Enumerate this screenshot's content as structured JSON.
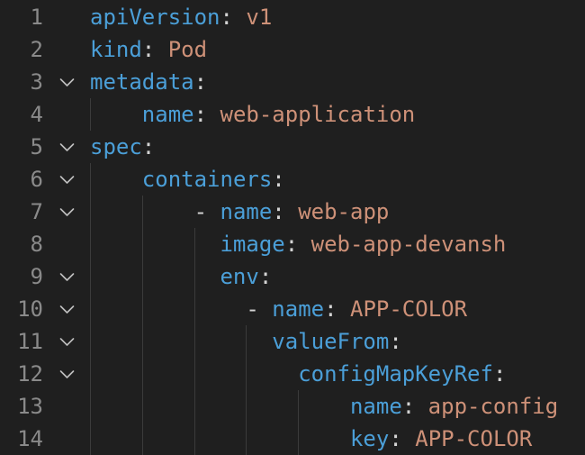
{
  "editor": {
    "language": "yaml",
    "background": "#1f1f1f",
    "colors": {
      "key": "#4b9fd8",
      "punct": "#d4d4d4",
      "value": "#ce9178",
      "line_number": "#8a8a8a",
      "fold_icon": "#c0c0c0",
      "indent_guide": "#3b3b3b"
    },
    "lines": [
      {
        "num": "1",
        "fold": false,
        "indent": 0,
        "guides": [],
        "segments": [
          {
            "t": "apiVersion",
            "c": "key"
          },
          {
            "t": ":",
            "c": "punct"
          },
          {
            "t": " v1",
            "c": "value"
          }
        ]
      },
      {
        "num": "2",
        "fold": false,
        "indent": 0,
        "guides": [],
        "segments": [
          {
            "t": "kind",
            "c": "key"
          },
          {
            "t": ":",
            "c": "punct"
          },
          {
            "t": " Pod",
            "c": "value"
          }
        ]
      },
      {
        "num": "3",
        "fold": true,
        "indent": 0,
        "guides": [],
        "segments": [
          {
            "t": "metadata",
            "c": "key"
          },
          {
            "t": ":",
            "c": "punct"
          }
        ]
      },
      {
        "num": "4",
        "fold": false,
        "indent": 4,
        "guides": [
          0
        ],
        "segments": [
          {
            "t": "name",
            "c": "key"
          },
          {
            "t": ":",
            "c": "punct"
          },
          {
            "t": " web-application",
            "c": "value"
          }
        ]
      },
      {
        "num": "5",
        "fold": true,
        "indent": 0,
        "guides": [],
        "segments": [
          {
            "t": "spec",
            "c": "key"
          },
          {
            "t": ":",
            "c": "punct"
          }
        ]
      },
      {
        "num": "6",
        "fold": true,
        "indent": 4,
        "guides": [
          0
        ],
        "segments": [
          {
            "t": "containers",
            "c": "key"
          },
          {
            "t": ":",
            "c": "punct"
          }
        ]
      },
      {
        "num": "7",
        "fold": true,
        "indent": 8,
        "guides": [
          0,
          4
        ],
        "segments": [
          {
            "t": "- ",
            "c": "punct"
          },
          {
            "t": "name",
            "c": "key"
          },
          {
            "t": ":",
            "c": "punct"
          },
          {
            "t": " web-app",
            "c": "value"
          }
        ]
      },
      {
        "num": "8",
        "fold": false,
        "indent": 10,
        "guides": [
          0,
          4,
          8
        ],
        "segments": [
          {
            "t": "image",
            "c": "key"
          },
          {
            "t": ":",
            "c": "punct"
          },
          {
            "t": " web-app-devansh",
            "c": "value"
          }
        ]
      },
      {
        "num": "9",
        "fold": true,
        "indent": 10,
        "guides": [
          0,
          4,
          8
        ],
        "segments": [
          {
            "t": "env",
            "c": "key"
          },
          {
            "t": ":",
            "c": "punct"
          }
        ]
      },
      {
        "num": "10",
        "fold": true,
        "indent": 12,
        "guides": [
          0,
          4,
          8
        ],
        "segments": [
          {
            "t": "- ",
            "c": "punct"
          },
          {
            "t": "name",
            "c": "key"
          },
          {
            "t": ":",
            "c": "punct"
          },
          {
            "t": " APP-COLOR",
            "c": "value"
          }
        ]
      },
      {
        "num": "11",
        "fold": true,
        "indent": 14,
        "guides": [
          0,
          4,
          8,
          12
        ],
        "segments": [
          {
            "t": "valueFrom",
            "c": "key"
          },
          {
            "t": ":",
            "c": "punct"
          }
        ]
      },
      {
        "num": "12",
        "fold": true,
        "indent": 16,
        "guides": [
          0,
          4,
          8,
          12
        ],
        "segments": [
          {
            "t": "configMapKeyRef",
            "c": "key"
          },
          {
            "t": ":",
            "c": "punct"
          }
        ]
      },
      {
        "num": "13",
        "fold": false,
        "indent": 20,
        "guides": [
          0,
          4,
          8,
          12,
          16
        ],
        "segments": [
          {
            "t": "name",
            "c": "key"
          },
          {
            "t": ":",
            "c": "punct"
          },
          {
            "t": " app-config",
            "c": "value"
          }
        ]
      },
      {
        "num": "14",
        "fold": false,
        "indent": 20,
        "guides": [
          0,
          4,
          8,
          12,
          16
        ],
        "segments": [
          {
            "t": "key",
            "c": "key"
          },
          {
            "t": ":",
            "c": "punct"
          },
          {
            "t": " APP-COLOR",
            "c": "value"
          }
        ]
      }
    ]
  }
}
